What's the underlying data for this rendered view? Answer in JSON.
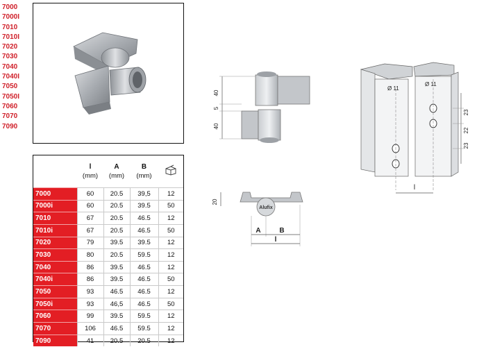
{
  "codes": [
    "7000",
    "7000I",
    "7010",
    "7010I",
    "7020",
    "7030",
    "7040",
    "7040I",
    "7050",
    "7050I",
    "7060",
    "7070",
    "7090"
  ],
  "table": {
    "header_cols": [
      {
        "name": "l",
        "unit": "(mm)"
      },
      {
        "name": "A",
        "unit": "(mm)"
      },
      {
        "name": "B",
        "unit": "(mm)"
      }
    ],
    "box_icon": "box-icon",
    "rows": [
      {
        "code": "7000",
        "l": "60",
        "a": "20.5",
        "b": "39,5",
        "q": "12"
      },
      {
        "code": "7000i",
        "l": "60",
        "a": "20.5",
        "b": "39.5",
        "q": "50"
      },
      {
        "code": "7010",
        "l": "67",
        "a": "20.5",
        "b": "46.5",
        "q": "12"
      },
      {
        "code": "7010i",
        "l": "67",
        "a": "20.5",
        "b": "46.5",
        "q": "50"
      },
      {
        "code": "7020",
        "l": "79",
        "a": "39.5",
        "b": "39.5",
        "q": "12"
      },
      {
        "code": "7030",
        "l": "80",
        "a": "20.5",
        "b": "59.5",
        "q": "12"
      },
      {
        "code": "7040",
        "l": "86",
        "a": "39.5",
        "b": "46.5",
        "q": "12"
      },
      {
        "code": "7040i",
        "l": "86",
        "a": "39.5",
        "b": "46.5",
        "q": "50"
      },
      {
        "code": "7050",
        "l": "93",
        "a": "46.5",
        "b": "46.5",
        "q": "12"
      },
      {
        "code": "7050i",
        "l": "93",
        "a": "46,5",
        "b": "46.5",
        "q": "50"
      },
      {
        "code": "7060",
        "l": "99",
        "a": "39.5",
        "b": "59.5",
        "q": "12"
      },
      {
        "code": "7070",
        "l": "106",
        "a": "46.5",
        "b": "59.5",
        "q": "12"
      },
      {
        "code": "7090",
        "l": "41",
        "a": "20.5",
        "b": "20.5",
        "q": "12"
      }
    ]
  },
  "side_view": {
    "dim_top": "40",
    "dim_gap": "5",
    "dim_bottom": "40"
  },
  "top_view": {
    "dim_height": "20",
    "label_a": "A",
    "label_b": "B",
    "label_l": "l",
    "logo_text": "Alufix"
  },
  "profile_view": {
    "hole_left": "Ø 11",
    "hole_right": "Ø 11",
    "dim_1": "23",
    "dim_2": "22",
    "dim_3": "23",
    "label_l": "l"
  },
  "colors": {
    "code_red": "#e31e24",
    "hinge_grey": "#b5b8bc"
  }
}
